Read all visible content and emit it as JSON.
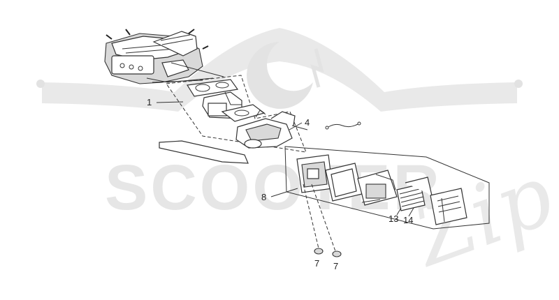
{
  "watermark": {
    "brand": "SCOOTER",
    "script": "Zip"
  },
  "callouts": [
    {
      "id": "c1",
      "label": "1"
    },
    {
      "id": "c4",
      "label": "4"
    },
    {
      "id": "c8",
      "label": "8"
    },
    {
      "id": "c13",
      "label": "13"
    },
    {
      "id": "c14",
      "label": "14"
    },
    {
      "id": "c7a",
      "label": "7"
    },
    {
      "id": "c7b",
      "label": "7"
    }
  ],
  "colors": {
    "line": "#333333",
    "watermark": "#e6e6e6",
    "part_fill": "#ffffff"
  }
}
